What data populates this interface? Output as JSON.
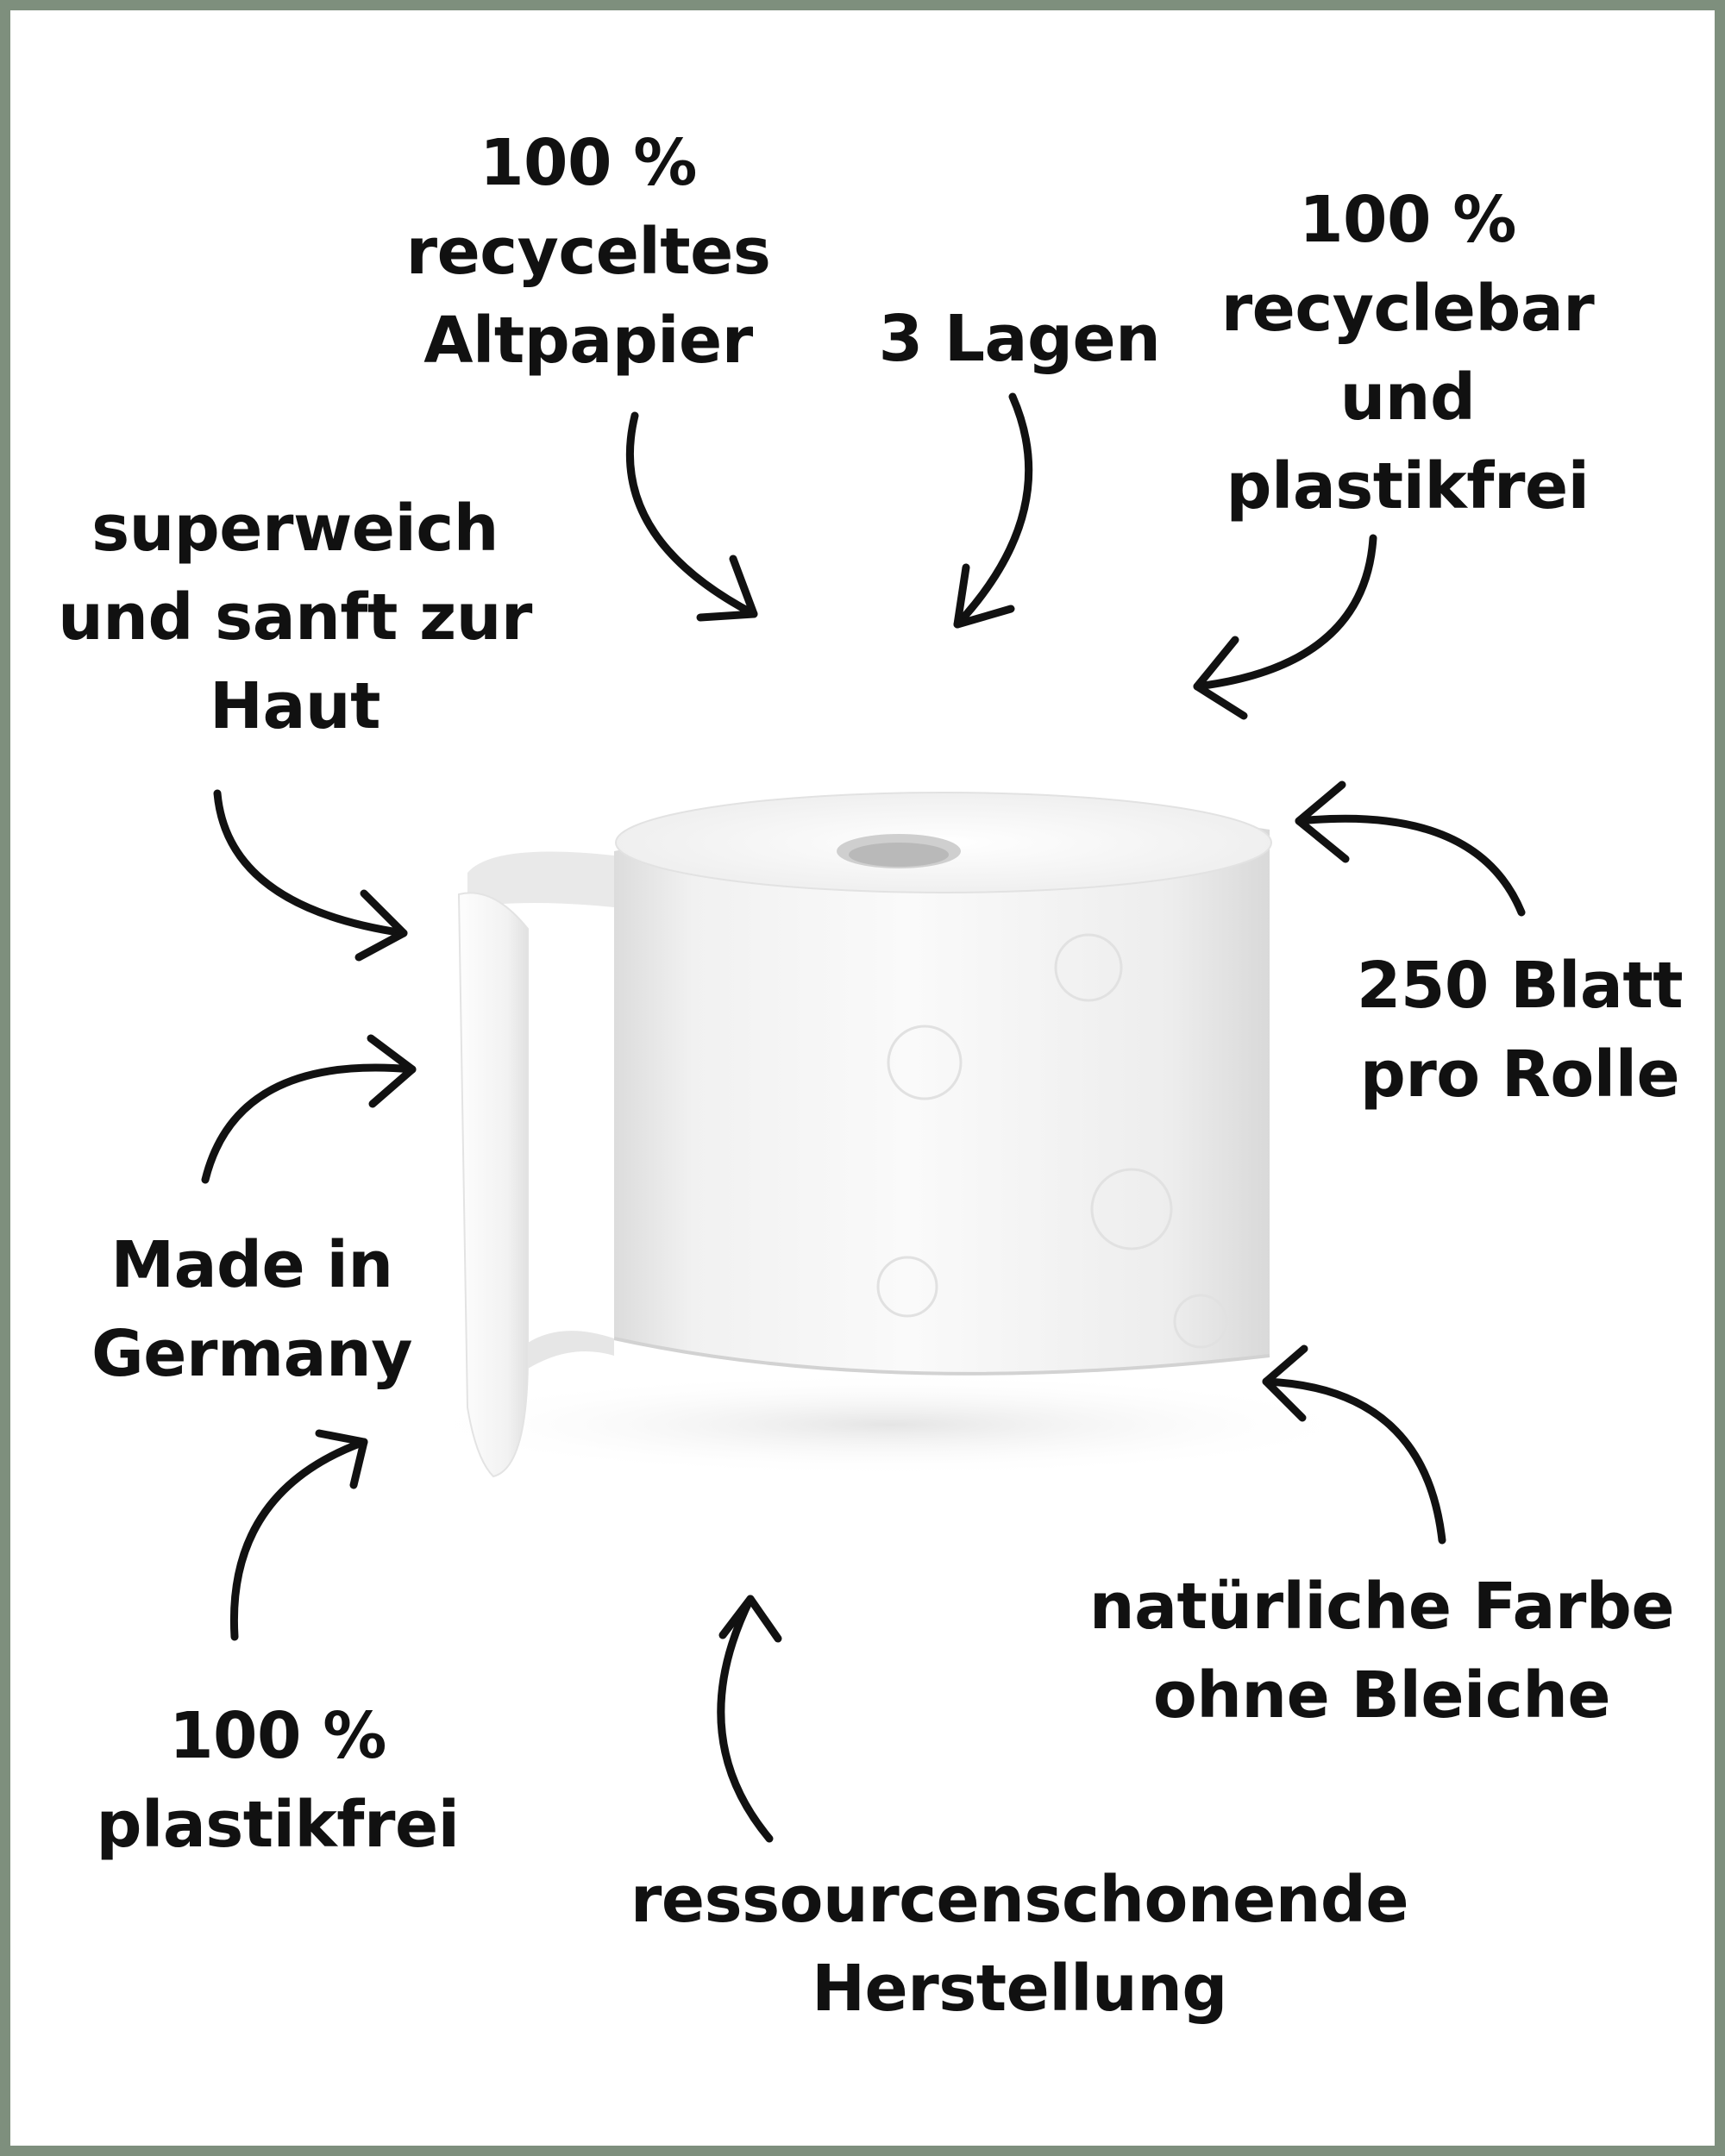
{
  "labels": {
    "recycled_paper": [
      "100 %",
      "recyceltes",
      "Altpapier"
    ],
    "layers": [
      "3 Lagen"
    ],
    "recyclable": [
      "100 %",
      "recyclebar",
      "und",
      "plastikfrei"
    ],
    "soft": [
      "superweich",
      "und sanft zur",
      "Haut"
    ],
    "sheets": [
      "250 Blatt",
      "pro Rolle"
    ],
    "made_in": [
      "Made in",
      "Germany"
    ],
    "natural_color": [
      "natürliche Farbe",
      "ohne Bleiche"
    ],
    "plastic_free": [
      "100 %",
      "plastikfrei"
    ],
    "resource_saving": [
      "ressourcenschonende",
      "Herstellung"
    ]
  },
  "colors": {
    "frame": "#7e8f7d",
    "background": "#ffffff",
    "text": "#111111",
    "arrow": "#111111"
  },
  "icons": [
    "toilet-paper-roll-illustration",
    "curved-arrow-icon"
  ]
}
